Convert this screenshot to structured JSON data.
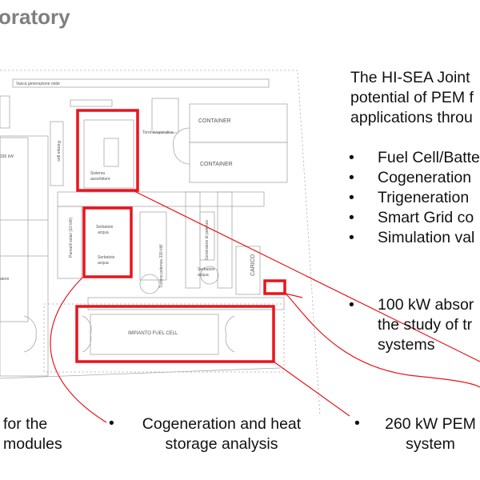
{
  "slide_title": "oratory",
  "intro": [
    "The HI-SEA Joint",
    "potential of PEM f",
    "applications throu"
  ],
  "bullets": [
    "Fuel Cell/Batte",
    "Cogeneration",
    "Trigeneration",
    "Smart Grid co",
    "Simulation val"
  ],
  "absorber_note": [
    "100 kW absor",
    "the study of tr",
    "systems"
  ],
  "bottom_notes": {
    "left": [
      "for the",
      "modules"
    ],
    "center": [
      "Cogeneration and heat",
      "storage analysis"
    ],
    "right": [
      "260 kW PEM",
      "system"
    ]
  },
  "plan_labels": {
    "wave_tank": "Vasca generazione onde",
    "cooling_tower": "Torre evaporativa",
    "container_1": "CONTAINER",
    "container_2": "CONTAINER",
    "absorber": [
      "Sistema",
      "assorbitore"
    ],
    "gas_ramp": "Rampa gas",
    "power_kw": "330 kW",
    "solar": "Pannelli solari (10 kW)",
    "tank_1": [
      "Serbatoio",
      "acqua"
    ],
    "tank_2": [
      "Serbatoio",
      "acqua"
    ],
    "tank_3": [
      "Serbatoio",
      "acqua"
    ],
    "turbine": "Turbina potenza 330 kW",
    "generator": "Generatore di potenza",
    "load": "CARICO",
    "fuel_cell": "IMPIANTO FUEL CELL",
    "left_label": "atore"
  },
  "colors": {
    "highlight": "#e8141b",
    "title": "#7f7f7f",
    "plan": "#9a9a9a"
  }
}
